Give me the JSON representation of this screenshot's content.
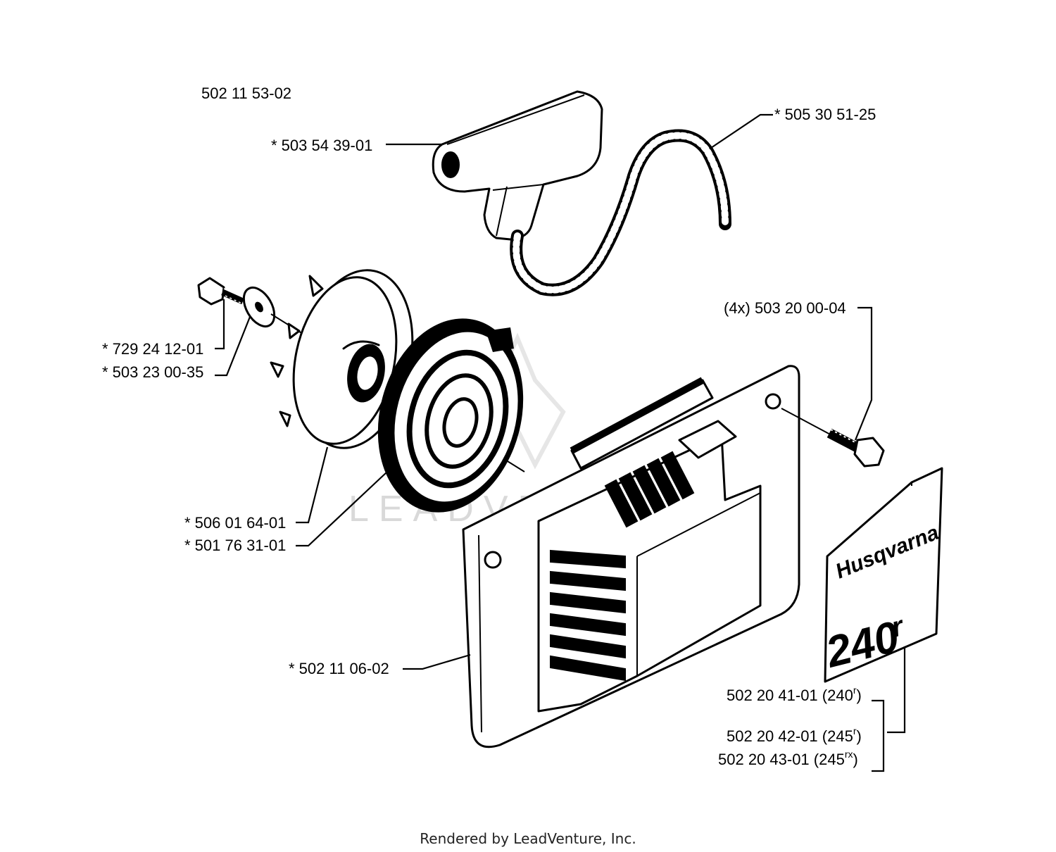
{
  "labels": {
    "assembly": "502 11 53-02",
    "handle": "* 503 54 39-01",
    "rope": "* 505 30 51-25",
    "screw": "* 729 24 12-01",
    "washer": "* 503 23 00-35",
    "pulley": "* 506 01 64-01",
    "spring": "* 501 76 31-01",
    "bolts": "(4x) 503 20 00-04",
    "cover": "* 502 11 06-02",
    "decals": [
      {
        "part": "502 20 41-01 (240",
        "model_sup": "r",
        "close": ")"
      },
      {
        "part": "502 20 42-01 (245",
        "model_sup": "r",
        "close": ")"
      },
      {
        "part": "502 20 43-01 (245",
        "model_sup": "rx",
        "close": ")"
      }
    ]
  },
  "decal_artwork": {
    "brand": "Husqvarna",
    "model": "240",
    "model_sup": "r"
  },
  "watermark": "LEADVENTURE",
  "footer": "Rendered by LeadVenture, Inc."
}
